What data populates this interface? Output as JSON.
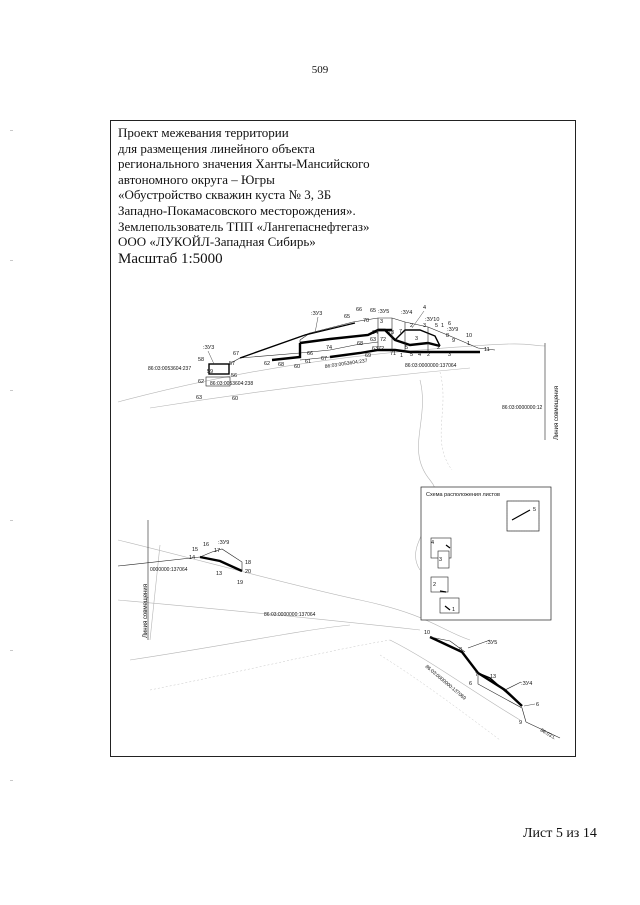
{
  "page_number": "509",
  "sheet": "Лист 5 из 14",
  "title_lines": [
    "Проект межевания территории",
    "для размещения линейного объекта",
    "регионального значения Ханты-Мансийского",
    " автономного округа – Югры",
    "«Обустройство скважин куста № 3, 3Б",
    "Западно-Покамасовского месторождения».",
    "Землепользователь ТПП «Лангепаснефтегаз»",
    "ООО «ЛУКОЙЛ-Западная Сибирь»"
  ],
  "scale": "Масштаб 1:5000",
  "legend_title": "Схема расположения листов",
  "legend_sheets": [
    "4",
    "5",
    "3",
    "2",
    "1"
  ],
  "combination_line": "Линия совмещения",
  "parcels": {
    "zu3_top": ":ЗУ3",
    "zu3_left": ":ЗУ3",
    "zu5_top": ":ЗУ5",
    "zu4_top": ":ЗУ4",
    "zu10": ":ЗУ10",
    "zu9_top": ":ЗУ9",
    "zu9_mid": ":ЗУ9",
    "zu5_bottom": ":ЗУ5",
    "zu4_bottom": ":ЗУ4"
  },
  "cadastral": {
    "c237_left": "86:03:0053604:237",
    "c238": "86:03:0053604:238",
    "c237_mid": "86:03:0053604:237",
    "c137064_top": "86:03:0000000:137064",
    "c12_right": "86:03:0000000:12",
    "c137064_left": "0000000:137064",
    "c137064_mid": "86:03:0000000:137064",
    "c137069": "86:03:0000000:137069",
    "c_edge": "86:03:L"
  },
  "points": {
    "p58": "58",
    "p57": "57",
    "p59": "59",
    "p56": "56",
    "p62a": "62",
    "p63": "63",
    "p60a": "60",
    "p67a": "67",
    "p62b": "62",
    "p68a": "68",
    "p60b": "60",
    "p61": "61",
    "p66a": "66",
    "p67b": "67",
    "p74": "74",
    "p68b": "68",
    "p65": "65",
    "p70": "70",
    "p66b": "66",
    "p3a": "3",
    "p64": "64",
    "p63b": "63",
    "p72": "72",
    "p73": "73",
    "p71": "71",
    "p69": "69",
    "p4": "4",
    "p2a": "2",
    "p3b": "3",
    "p5a": "5",
    "p1a": "1",
    "p6a": "6",
    "p7a": "7",
    "p8a": "8",
    "p9a": "9",
    "p10a": "10",
    "p11": "11",
    "p1b": "1",
    "p5b": "5",
    "p4b": "4",
    "p2b": "2",
    "p3c": "3",
    "p1c": "1",
    "p2c": "2",
    "p3d": "3",
    "p15": "15",
    "p16": "16",
    "p17": "17",
    "p14": "14",
    "p13": "13",
    "p18": "18",
    "p20": "20",
    "p19": "19",
    "p10b": "10",
    "p8b": "8",
    "p7b": "7",
    "p13b": "13",
    "p6b": "6",
    "p6c": "6",
    "p9b": "9"
  }
}
